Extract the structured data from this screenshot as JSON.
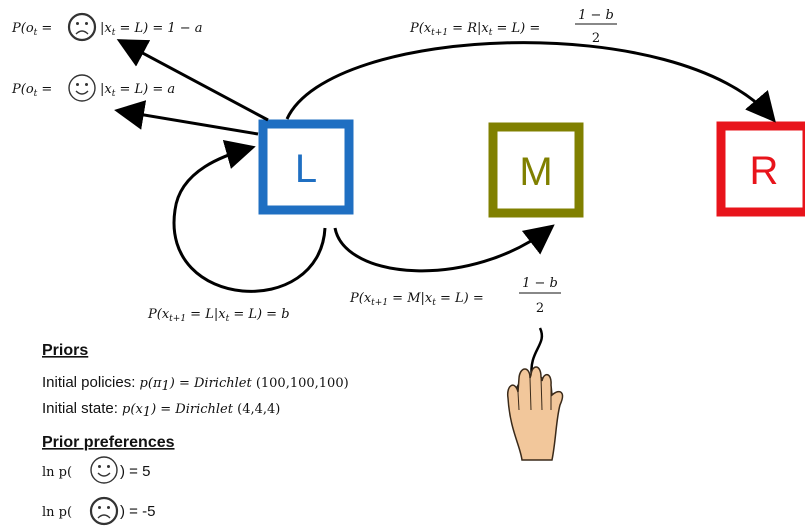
{
  "states": {
    "L": {
      "label": "L",
      "color": "#1f6fc2"
    },
    "M": {
      "label": "M",
      "color": "#808000"
    },
    "R": {
      "label": "R",
      "color": "#e8141b"
    }
  },
  "equations": {
    "obs_sad": {
      "prefix": "P(o",
      "sub_t": "t",
      "eq": " = ",
      "given": "|x",
      "given_sub": "t",
      "rest": " = L) = 1 − a"
    },
    "obs_happy": {
      "prefix": "P(o",
      "sub_t": "t",
      "eq": " = ",
      "given": "|x",
      "given_sub": "t",
      "rest": " = L) = a"
    },
    "trans_R": {
      "lhs": "P(x",
      "sub1": "t+1",
      "mid": " = R|x",
      "sub2": "t",
      "tail": " = L) =",
      "num": "1 − b",
      "den": "2"
    },
    "trans_L": {
      "lhs": "P(x",
      "sub1": "t+1",
      "mid": " = L|x",
      "sub2": "t",
      "tail": " = L) = b"
    },
    "trans_M": {
      "lhs": "P(x",
      "sub1": "t+1",
      "mid": " = M|x",
      "sub2": "t",
      "tail": " = L) =",
      "num": "1 − b",
      "den": "2"
    }
  },
  "priors": {
    "heading": "Priors",
    "policies_label": "Initial policies: ",
    "policies_formula": "p(π",
    "policies_sub": "1",
    "policies_rest": ") = Dirichlet",
    "policies_value": " (100,100,100)",
    "state_label": "Initial state: ",
    "state_formula": "p(x",
    "state_sub": "1",
    "state_rest": ") = Dirichlet",
    "state_value": " (4,4,4)"
  },
  "preferences": {
    "heading": "Prior preferences",
    "happy_prefix": "ln p(",
    "happy_value": " ) = 5",
    "sad_prefix": "ln p(",
    "sad_value": " ) = -5"
  }
}
